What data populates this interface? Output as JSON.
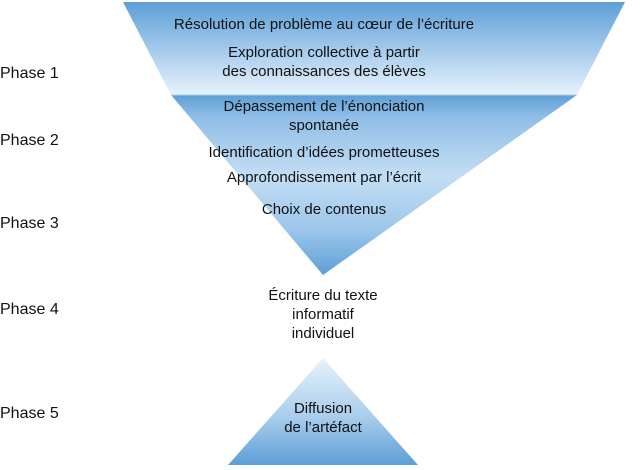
{
  "phases": [
    {
      "label": "Phase 1"
    },
    {
      "label": "Phase 2"
    },
    {
      "label": "Phase 3"
    },
    {
      "label": "Phase 4"
    },
    {
      "label": "Phase 5"
    }
  ],
  "funnel": {
    "top_band": {
      "lines": [
        "Résolution de problème au cœur de l’écriture",
        "Exploration collective à partir",
        "des connaissances des élèves"
      ]
    },
    "lower_section": {
      "lines": [
        "Dépassement de l’énonciation",
        "spontanée",
        "Identification d’idées prometteuses",
        "Approfondissement par l’écrit",
        "Choix de contenus"
      ]
    }
  },
  "middle_text": {
    "lines": [
      "Écriture du texte",
      "informatif",
      "individuel"
    ]
  },
  "pyramid": {
    "lines": [
      "Diffusion",
      "de l’artéfact"
    ]
  },
  "colors": {
    "funnel_light": "#e8f3fc",
    "funnel_dark": "#5d9fd6",
    "band_divider": "#a9cdeb",
    "pyramid_light": "#e6f2fb",
    "pyramid_dark": "#5c9ed6"
  }
}
